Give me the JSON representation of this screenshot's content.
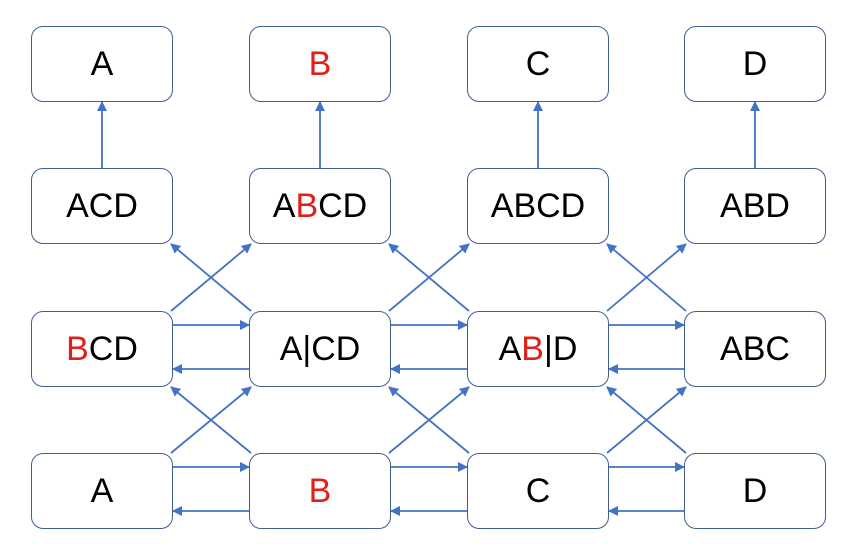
{
  "colors": {
    "box_border": "#3f5f8f",
    "arrow": "#4472c4",
    "highlight": "#e0201b",
    "text": "#000000"
  },
  "nodes": {
    "r0c0": [
      {
        "t": "A",
        "c": "black"
      }
    ],
    "r0c1": [
      {
        "t": "B",
        "c": "red"
      }
    ],
    "r0c2": [
      {
        "t": "C",
        "c": "black"
      }
    ],
    "r0c3": [
      {
        "t": "D",
        "c": "black"
      }
    ],
    "r1c0": [
      {
        "t": "ACD",
        "c": "black"
      }
    ],
    "r1c1": [
      {
        "t": "A",
        "c": "black"
      },
      {
        "t": "B",
        "c": "red"
      },
      {
        "t": "CD",
        "c": "black"
      }
    ],
    "r1c2": [
      {
        "t": "ABCD",
        "c": "black"
      }
    ],
    "r1c3": [
      {
        "t": "ABD",
        "c": "black"
      }
    ],
    "r2c0": [
      {
        "t": "B",
        "c": "red"
      },
      {
        "t": "CD",
        "c": "black"
      }
    ],
    "r2c1": [
      {
        "t": "A|CD",
        "c": "black"
      }
    ],
    "r2c2": [
      {
        "t": "A",
        "c": "black"
      },
      {
        "t": "B",
        "c": "red"
      },
      {
        "t": "|D",
        "c": "black"
      }
    ],
    "r2c3": [
      {
        "t": "ABC",
        "c": "black"
      }
    ],
    "r3c0": [
      {
        "t": "A",
        "c": "black"
      }
    ],
    "r3c1": [
      {
        "t": "B",
        "c": "red"
      }
    ],
    "r3c2": [
      {
        "t": "C",
        "c": "black"
      }
    ],
    "r3c3": [
      {
        "t": "D",
        "c": "black"
      }
    ]
  },
  "edges": [
    [
      "r1c0",
      "r0c0"
    ],
    [
      "r1c1",
      "r0c1"
    ],
    [
      "r1c2",
      "r0c2"
    ],
    [
      "r1c3",
      "r0c3"
    ],
    [
      "r2c0",
      "r1c1"
    ],
    [
      "r2c1",
      "r1c0"
    ],
    [
      "r2c1",
      "r1c2"
    ],
    [
      "r2c2",
      "r1c1"
    ],
    [
      "r2c2",
      "r1c3"
    ],
    [
      "r2c3",
      "r1c2"
    ],
    [
      "r2c0",
      "r2c1"
    ],
    [
      "r2c1",
      "r2c0"
    ],
    [
      "r2c1",
      "r2c2"
    ],
    [
      "r2c2",
      "r2c1"
    ],
    [
      "r2c2",
      "r2c3"
    ],
    [
      "r2c3",
      "r2c2"
    ],
    [
      "r3c0",
      "r2c1"
    ],
    [
      "r3c1",
      "r2c0"
    ],
    [
      "r3c1",
      "r2c2"
    ],
    [
      "r3c2",
      "r2c1"
    ],
    [
      "r3c2",
      "r2c3"
    ],
    [
      "r3c3",
      "r2c2"
    ],
    [
      "r3c0",
      "r3c1"
    ],
    [
      "r3c1",
      "r3c0"
    ],
    [
      "r3c1",
      "r3c2"
    ],
    [
      "r3c2",
      "r3c1"
    ],
    [
      "r3c2",
      "r3c3"
    ],
    [
      "r3c3",
      "r3c2"
    ]
  ]
}
